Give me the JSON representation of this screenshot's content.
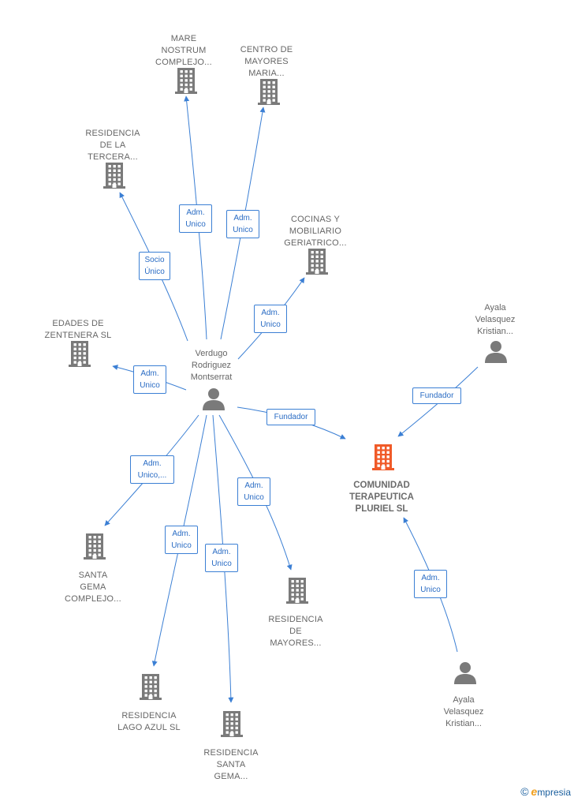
{
  "colors": {
    "edge": "#3b7fd4",
    "company": "#7a7a7a",
    "focus": "#f05a28",
    "person": "#7a7a7a"
  },
  "nodes": [
    {
      "id": "mare",
      "type": "company",
      "label": "MARE\nNOSTRUM\nCOMPLEJO..."
    },
    {
      "id": "centro",
      "type": "company",
      "label": "CENTRO DE\nMAYORES\nMARIA..."
    },
    {
      "id": "residencia_tercera",
      "type": "company",
      "label": "RESIDENCIA\nDE LA\nTERCERA..."
    },
    {
      "id": "cocinas",
      "type": "company",
      "label": "COCINAS Y\nMOBILIARIO\nGERIATRICO..."
    },
    {
      "id": "edades",
      "type": "company",
      "label": "EDADES DE\nZENTENERA SL"
    },
    {
      "id": "verdugo",
      "type": "person",
      "label": "Verdugo\nRodriguez\nMontserrat"
    },
    {
      "id": "ayala1",
      "type": "person",
      "label": "Ayala\nVelasquez\nKristian..."
    },
    {
      "id": "comunidad",
      "type": "focus",
      "label": "COMUNIDAD\nTERAPEUTICA\nPLURIEL  SL"
    },
    {
      "id": "santa_gema_complejo",
      "type": "company",
      "label": "SANTA\nGEMA\nCOMPLEJO..."
    },
    {
      "id": "residencia_mayores",
      "type": "company",
      "label": "RESIDENCIA\nDE\nMAYORES..."
    },
    {
      "id": "lago_azul",
      "type": "company",
      "label": "RESIDENCIA\nLAGO AZUL  SL"
    },
    {
      "id": "santa_gema",
      "type": "company",
      "label": "RESIDENCIA\nSANTA\nGEMA..."
    },
    {
      "id": "ayala2",
      "type": "person",
      "label": "Ayala\nVelasquez\nKristian..."
    }
  ],
  "edges": [
    {
      "from": "verdugo",
      "to": "mare",
      "label": "Adm.\nUnico"
    },
    {
      "from": "verdugo",
      "to": "centro",
      "label": "Adm.\nUnico"
    },
    {
      "from": "verdugo",
      "to": "residencia_tercera",
      "label": "Socio\nÚnico"
    },
    {
      "from": "verdugo",
      "to": "cocinas",
      "label": "Adm.\nUnico"
    },
    {
      "from": "verdugo",
      "to": "edades",
      "label": "Adm.\nUnico"
    },
    {
      "from": "verdugo",
      "to": "comunidad",
      "label": "Fundador"
    },
    {
      "from": "ayala1",
      "to": "comunidad",
      "label": "Fundador"
    },
    {
      "from": "verdugo",
      "to": "santa_gema_complejo",
      "label": "Adm.\nUnico,..."
    },
    {
      "from": "verdugo",
      "to": "lago_azul",
      "label": "Adm.\nUnico"
    },
    {
      "from": "verdugo",
      "to": "santa_gema",
      "label": "Adm.\nUnico"
    },
    {
      "from": "verdugo",
      "to": "residencia_mayores",
      "label": "Adm.\nUnico"
    },
    {
      "from": "ayala2",
      "to": "comunidad",
      "label": "Adm.\nUnico"
    }
  ],
  "footer": {
    "copyright": "©",
    "brand_initial": "e",
    "brand_rest": "mpresia"
  }
}
